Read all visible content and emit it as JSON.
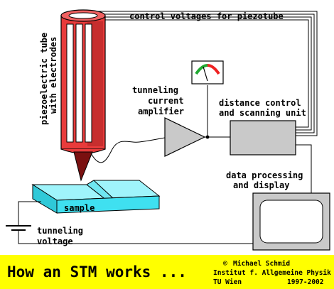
{
  "labels": {
    "control_voltages": "control voltages for piezotube",
    "piezo_line1": "piezoelectric tube",
    "piezo_line2": "with electrodes",
    "amp_line1": "tunneling",
    "amp_line2": "current",
    "amp_line3": "amplifier",
    "dist_line1": "distance control",
    "dist_line2": "and scanning unit",
    "data_line1": "data processing",
    "data_line2": "and display",
    "sample": "sample",
    "tv_line1": "tunneling",
    "tv_line2": "voltage"
  },
  "banner": {
    "title": "How an STM works ...",
    "copyright_symbol": "©",
    "author": "Michael Schmid",
    "institute": "Institut f. Allgemeine Physik",
    "university": "TU Wien",
    "years": "1997-2002"
  },
  "colors": {
    "tube_red": "#e83b3b",
    "tube_dark": "#a02020",
    "tip": "#7a1010",
    "sample_cyan": "#3fe0f0",
    "sample_top": "#9ff4fb",
    "box_gray": "#c9c9c9",
    "banner_yellow": "#ffff00",
    "meter_green": "#22aa33",
    "meter_red": "#ee2222"
  }
}
